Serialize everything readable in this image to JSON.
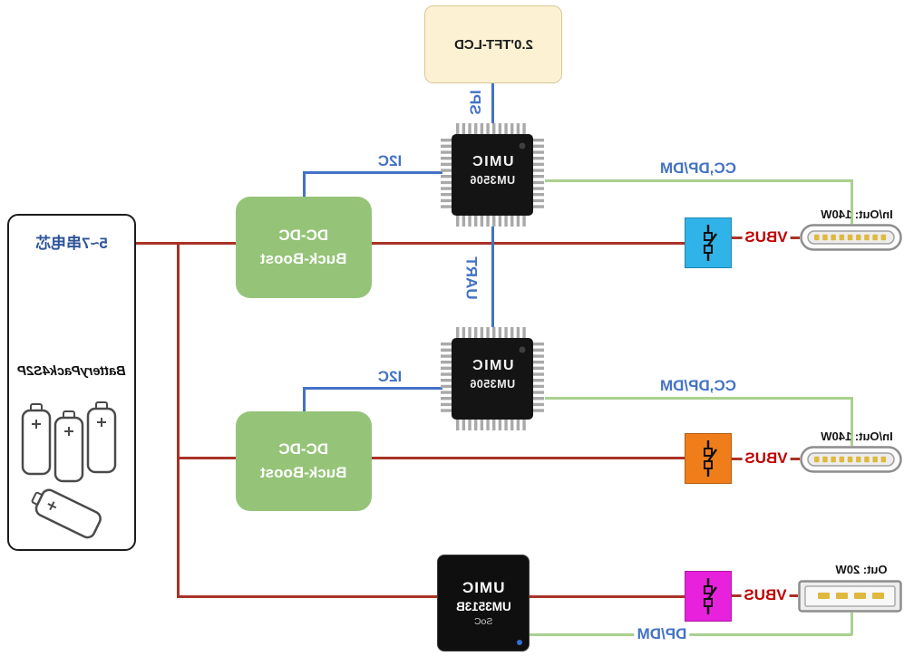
{
  "colors": {
    "power_line": "#a93226",
    "bus_line": "#4472c4",
    "bus_text": "#4472c4",
    "usb_data_line": "#a9d18e",
    "vbus_text": "#c00000",
    "dcdc_fill": "#95c478",
    "lcd_fill": "#fcf2d3",
    "switch_top_fill": "#2fb3e8",
    "switch_mid_fill": "#ee7d1a",
    "switch_bottom_fill": "#e821dd"
  },
  "battery": {
    "cells": "5~7串电芯",
    "pack": "BatteryPack4S2P"
  },
  "lcd": {
    "label": "2.0'TFT-LCD"
  },
  "dcdc1": {
    "line1": "DC-DC",
    "line2": "Buck-Boost"
  },
  "dcdc2": {
    "line1": "DC-DC",
    "line2": "Buck-Boost"
  },
  "chip1": {
    "brand": "UMIC",
    "part": "UM3506"
  },
  "chip2": {
    "brand": "UMIC",
    "part": "UM3506"
  },
  "soc": {
    "brand": "UMIC",
    "part": "UM3513B",
    "type": "SoC"
  },
  "buses": {
    "spi": "SPI",
    "uart": "UART",
    "i2c_top": "I2C",
    "i2c_mid": "I2C",
    "cc_top": "CC,DP/DM",
    "cc_mid": "CC,DP/DM",
    "dpdm_bottom": "DP/DM",
    "vbus_top": "VBUS",
    "vbus_mid": "VBUS",
    "vbus_bottom": "VBUS"
  },
  "ports": {
    "typec_top": "In/Out: 140W",
    "typec_mid": "In/Out: 140W",
    "usba_bottom": "Out: 20W"
  }
}
